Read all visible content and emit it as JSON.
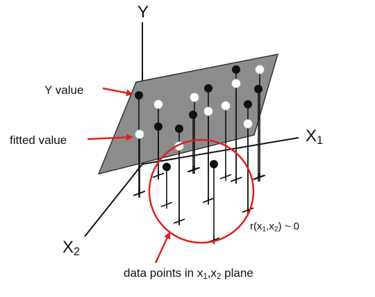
{
  "axes": {
    "y": "Y",
    "x1_base": "X",
    "x1_sub": "1",
    "x2_base": "X",
    "x2_sub": "2"
  },
  "labels": {
    "y_value": "Y value",
    "fitted_value": "fitted value",
    "residual_prefix": "r(x",
    "residual_s1": "1",
    "residual_mid": ",x",
    "residual_s2": "2",
    "residual_suffix": ") ~ 0",
    "plane_prefix": "data points in x",
    "plane_s1": "1",
    "plane_mid": ",x",
    "plane_s2": "2",
    "plane_suffix": " plane"
  },
  "colors": {
    "plane_fill": "#8c8c8c",
    "annotation_red": "#e02020",
    "ink": "#111111"
  },
  "icons": {
    "observed_point": "filled-black-circle",
    "fitted_point": "hollow-white-circle",
    "base_marker": "tick-cross"
  }
}
